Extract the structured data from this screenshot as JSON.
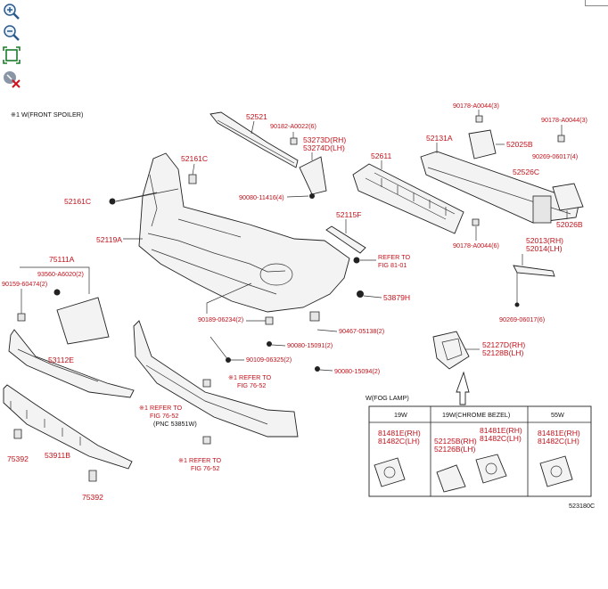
{
  "toolbar": {
    "tools": [
      {
        "name": "zoom-in-icon"
      },
      {
        "name": "zoom-out-icon"
      },
      {
        "name": "fit-screen-icon"
      },
      {
        "name": "reset-highlight-icon"
      }
    ]
  },
  "diagram": {
    "front_spoiler_note": "※1 W(FRONT SPOILER)",
    "parts": {
      "p52521": "52521",
      "p90182": "90182-A0022(6)",
      "p53273": "53273D(RH)",
      "p53274": "53274D(LH)",
      "p90080_11416": "90080-11416(4)",
      "p52161c_top": "52161C",
      "p52161c_left": "52161C",
      "p52119a": "52119A",
      "p52611": "52611",
      "p52131a": "52131A",
      "p90178_top": "90178-A0044(3)",
      "p90178_right": "90178-A0044(3)",
      "p52025b": "52025B",
      "p90269_4": "90269-06017(4)",
      "p52526c": "52526C",
      "p52026b": "52026B",
      "p90178_6": "90178-A0044(6)",
      "p52013": "52013(RH)",
      "p52014": "52014(LH)",
      "p90269_6": "90269-06017(6)",
      "p52115f": "52115F",
      "refer_81_line1": "REFER TO",
      "refer_81_line2": "FIG 81-01",
      "p53879h": "53879H",
      "p75111a": "75111A",
      "p93560": "93560-A6020(2)",
      "p90159": "90159-60474(2)",
      "p90189": "90189-06234(2)",
      "p90467": "90467-05138(2)",
      "p90080_15091": "90080-15091(2)",
      "p90109": "90109-06325(2)",
      "p90080_15094": "90080-15094(2)",
      "p53112e": "53112E",
      "refer_7652_a_line1": "※1 REFER TO",
      "refer_7652_a_line2": "FIG 76-52",
      "refer_7652_b_line1": "※1 REFER TO",
      "refer_7652_b_line2": "FIG 76-52",
      "pnc_53851w": "(PNC 53851W)",
      "refer_7652_c_line1": "※1 REFER TO",
      "refer_7652_c_line2": "FIG 76-52",
      "p75392_a": "75392",
      "p53911b": "53911B",
      "p75392_b": "75392",
      "p52127d": "52127D(RH)",
      "p52128b": "52128B(LH)"
    },
    "fog_lamp": {
      "title": "W(FOG LAMP)",
      "columns": [
        "19W",
        "19W(CHROME BEZEL)",
        "55W"
      ],
      "col1_part_rh": "81481E(RH)",
      "col1_part_lh": "81482C(LH)",
      "col2_part_rh_a": "52125B(RH)",
      "col2_part_lh_a": "52126B(LH)",
      "col2_part_rh_b": "81481E(RH)",
      "col2_part_lh_b": "81482C(LH)",
      "col3_part_rh": "81481E(RH)",
      "col3_part_lh": "81482C(LH)"
    },
    "figure_code": "523180C"
  }
}
